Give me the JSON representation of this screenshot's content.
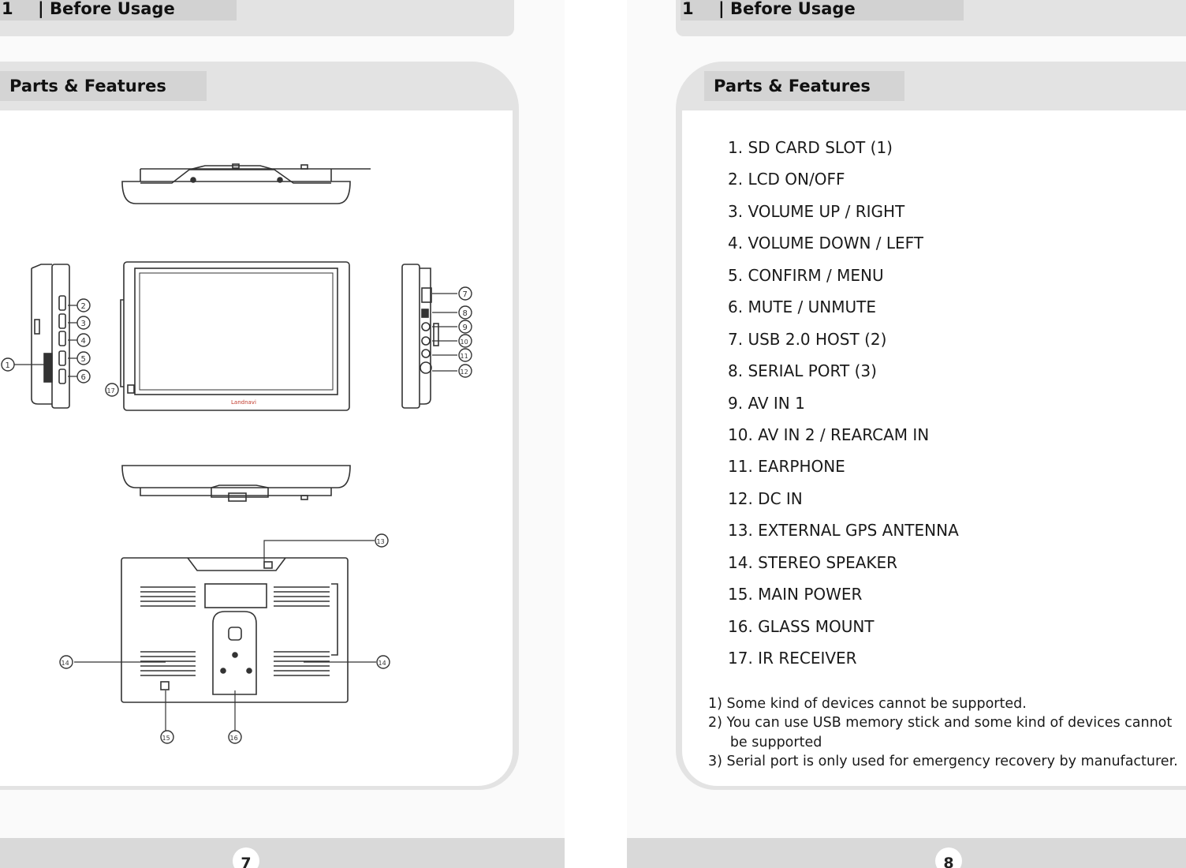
{
  "pages": [
    {
      "header": {
        "chapter_number": "1",
        "chapter_title": "| Before Usage"
      },
      "section_title": "Parts & Features",
      "page_number": "7",
      "diagram": {
        "device_brand": "Landnavi",
        "callouts": [
          "1",
          "2",
          "3",
          "4",
          "5",
          "6",
          "7",
          "8",
          "9",
          "10",
          "11",
          "12",
          "13",
          "14",
          "14",
          "15",
          "16",
          "17"
        ]
      }
    },
    {
      "header": {
        "chapter_number": "1",
        "chapter_title": "| Before Usage"
      },
      "section_title": "Parts & Features",
      "page_number": "8",
      "parts": [
        "1. SD CARD SLOT  (1)",
        "2. LCD ON/OFF",
        "3. VOLUME UP / RIGHT",
        "4. VOLUME DOWN / LEFT",
        "5. CONFIRM / MENU",
        "6. MUTE / UNMUTE",
        "7. USB 2.0 HOST (2)",
        "8. SERIAL PORT (3)",
        "9. AV IN 1",
        "10. AV IN 2 / REARCAM IN",
        "11. EARPHONE",
        "12. DC IN",
        "13. EXTERNAL GPS ANTENNA",
        "14. STEREO SPEAKER",
        "15. MAIN POWER",
        "16. GLASS MOUNT",
        "17. IR RECEIVER"
      ],
      "notes": [
        "1) Some kind of devices cannot be supported.",
        "2) You can use USB memory stick and some kind of devices cannot",
        "     be supported",
        "3) Serial port is only used for emergency recovery by manufacturer."
      ]
    }
  ]
}
